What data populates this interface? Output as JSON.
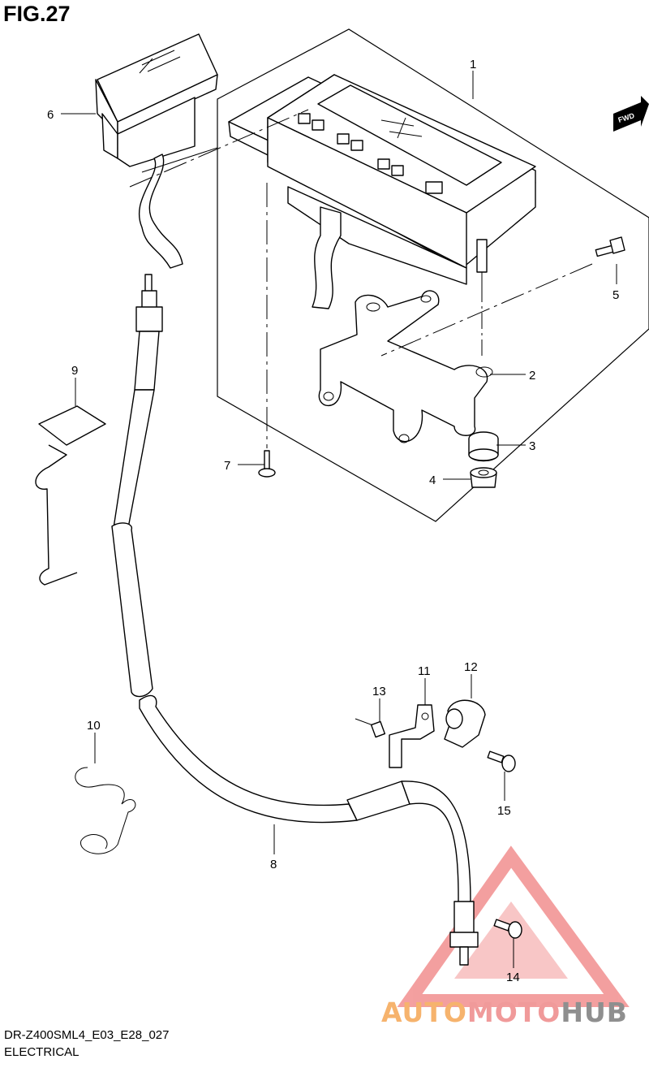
{
  "figure_title": "FIG.27",
  "drawing_code": "DR-Z400SML4_E03_E28_027",
  "section_title": "ELECTRICAL",
  "fwd_label": "FWD",
  "watermark": {
    "part_a": "AUTO",
    "part_b": "MOTO",
    "part_c": "HUB",
    "colors": {
      "triangle": "#f08080",
      "auto": "#f6b36d",
      "moto": "#f09a9a",
      "hub": "#8f8f8f"
    }
  },
  "callouts": [
    {
      "id": "1",
      "label": "1"
    },
    {
      "id": "2",
      "label": "2"
    },
    {
      "id": "3",
      "label": "3"
    },
    {
      "id": "4",
      "label": "4"
    },
    {
      "id": "5",
      "label": "5"
    },
    {
      "id": "6",
      "label": "6"
    },
    {
      "id": "7",
      "label": "7"
    },
    {
      "id": "8",
      "label": "8"
    },
    {
      "id": "9",
      "label": "9"
    },
    {
      "id": "10",
      "label": "10"
    },
    {
      "id": "11",
      "label": "11"
    },
    {
      "id": "12",
      "label": "12"
    },
    {
      "id": "13",
      "label": "13"
    },
    {
      "id": "14",
      "label": "14"
    },
    {
      "id": "15",
      "label": "15"
    }
  ]
}
